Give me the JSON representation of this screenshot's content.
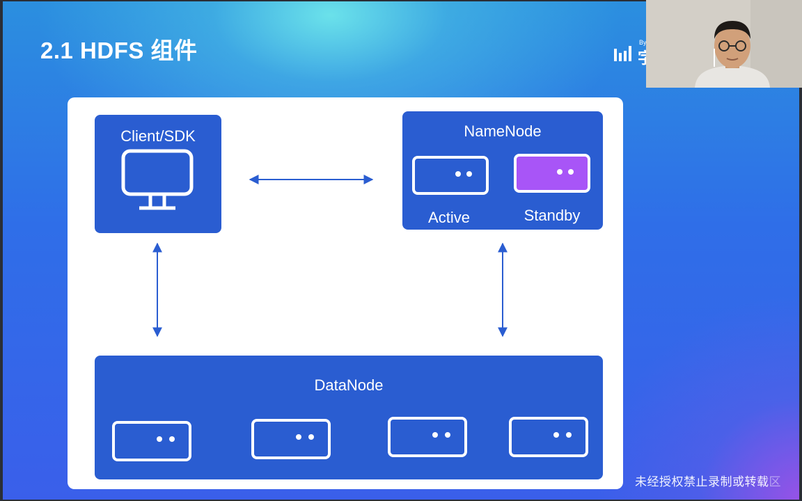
{
  "slide": {
    "title": "2.1 HDFS 组件",
    "brand_small": "By",
    "brand_glyph": "字"
  },
  "diagram": {
    "client": {
      "label": "Client/SDK",
      "icon": "monitor-icon"
    },
    "namenode": {
      "label": "NameNode",
      "active_label": "Active",
      "standby_label": "Standby",
      "standby_color": "#a855f7"
    },
    "datanode": {
      "label": "DataNode",
      "server_count": 4
    }
  },
  "watermark": {
    "text": "未经授权禁止录制或转载",
    "suffix": "区"
  },
  "colors": {
    "box_blue": "#2a5dd1",
    "arrow_blue": "#2a5dd1",
    "panel": "#ffffff"
  }
}
